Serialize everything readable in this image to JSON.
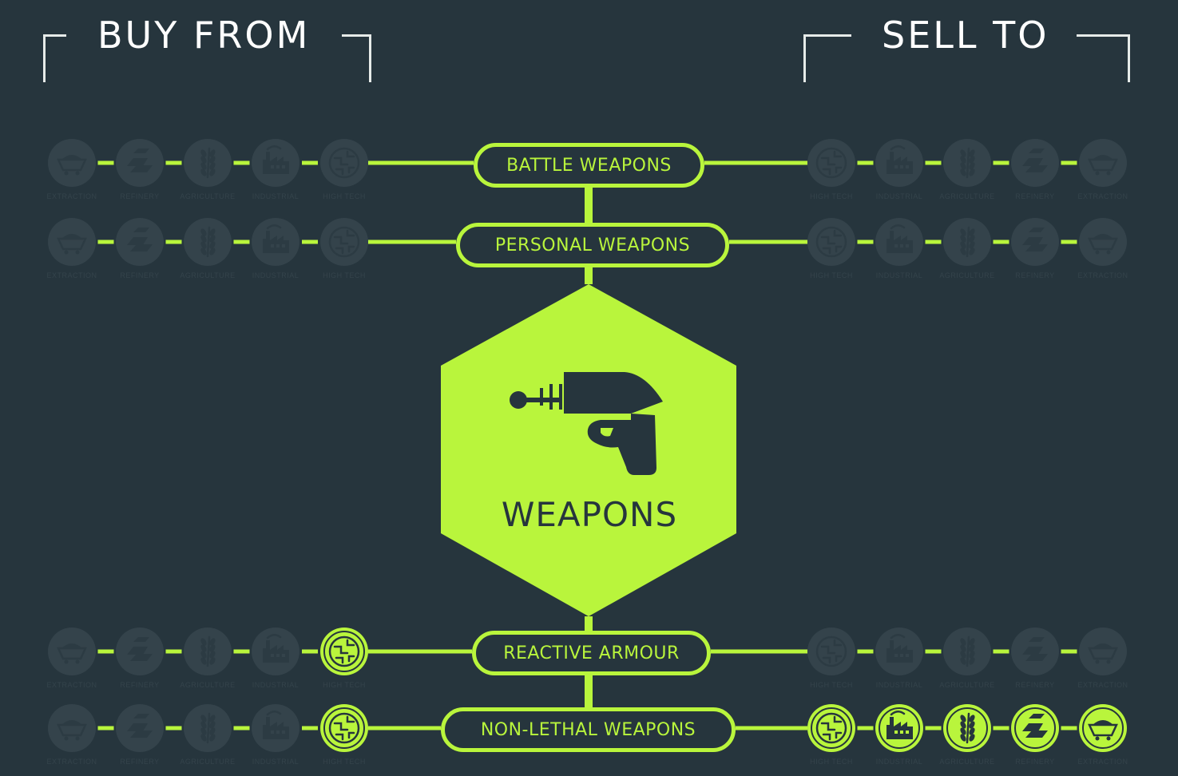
{
  "headers": {
    "buy_from": "BUY FROM",
    "sell_to": "SELL TO"
  },
  "center": {
    "title": "WEAPONS",
    "icon": "ray-gun-icon"
  },
  "colors": {
    "background": "#26353d",
    "accent": "#b9f53c",
    "inactive_icon": "#34434b",
    "bracket": "#e6ebe9"
  },
  "buy_order": [
    "extraction",
    "refinery",
    "agriculture",
    "industrial",
    "high-tech"
  ],
  "sell_order": [
    "high-tech",
    "industrial",
    "agriculture",
    "refinery",
    "extraction"
  ],
  "categories": {
    "extraction": {
      "label": "EXTRACTION",
      "icon": "mine-cart-icon"
    },
    "refinery": {
      "label": "REFINERY",
      "icon": "gold-bars-icon"
    },
    "agriculture": {
      "label": "AGRICULTURE",
      "icon": "wheat-icon"
    },
    "industrial": {
      "label": "INDUSTRIAL",
      "icon": "factory-icon"
    },
    "high-tech": {
      "label": "HIGH TECH",
      "icon": "circuit-icon"
    }
  },
  "rows": [
    {
      "name": "BATTLE WEAPONS",
      "buy_active": [],
      "sell_active": []
    },
    {
      "name": "PERSONAL WEAPONS",
      "buy_active": [],
      "sell_active": []
    },
    {
      "name": "REACTIVE ARMOUR",
      "buy_active": [
        "high-tech"
      ],
      "sell_active": []
    },
    {
      "name": "NON-LETHAL WEAPONS",
      "buy_active": [
        "high-tech"
      ],
      "sell_active": [
        "high-tech",
        "industrial",
        "agriculture",
        "refinery",
        "extraction"
      ]
    }
  ]
}
